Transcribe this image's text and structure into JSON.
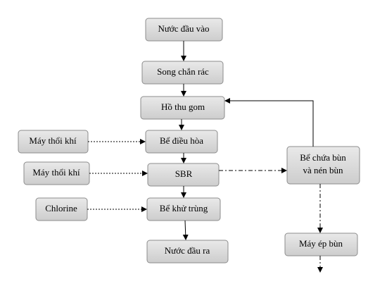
{
  "nodes": {
    "input": "Nước đầu vào",
    "screen": "Song chắn rác",
    "pit": "Hồ thu gom",
    "equalization": "Bể điều hòa",
    "sbr": "SBR",
    "disinfection": "Bể khử trùng",
    "output": "Nước đầu ra",
    "blower1": "Máy thổi khí",
    "blower2": "Máy thổi khí",
    "chlorine": "Chlorine",
    "sludge_tank_line1": "Bể chứa bùn",
    "sludge_tank_line2": "và nén bùn",
    "press": "Máy ép bùn"
  }
}
